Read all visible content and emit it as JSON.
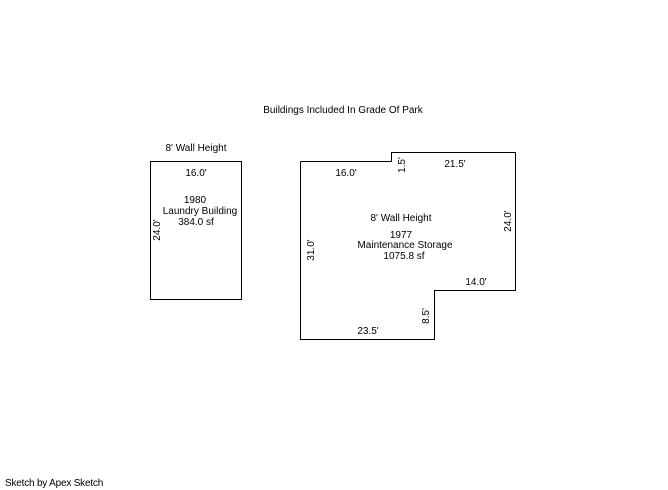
{
  "title": "Buildings Included In Grade Of Park",
  "footer": "Sketch by Apex Sketch",
  "buildings": {
    "laundry": {
      "wall_height": "8' Wall Height",
      "year": "1980",
      "name": "Laundry Building",
      "area": "384.0 sf",
      "dim_top": "16.0'",
      "dim_left": "24.0'"
    },
    "maintenance": {
      "wall_height": "8' Wall Height",
      "year": "1977",
      "name": "Maintenance Storage",
      "area": "1075.8 sf",
      "dim_top_left": "16.0'",
      "dim_step": "1.5'",
      "dim_top_right": "21.5'",
      "dim_right": "24.0'",
      "dim_left": "31.0'",
      "dim_inner_horizontal": "14.0'",
      "dim_inner_vertical": "8.5'",
      "dim_bottom": "23.5'"
    }
  }
}
